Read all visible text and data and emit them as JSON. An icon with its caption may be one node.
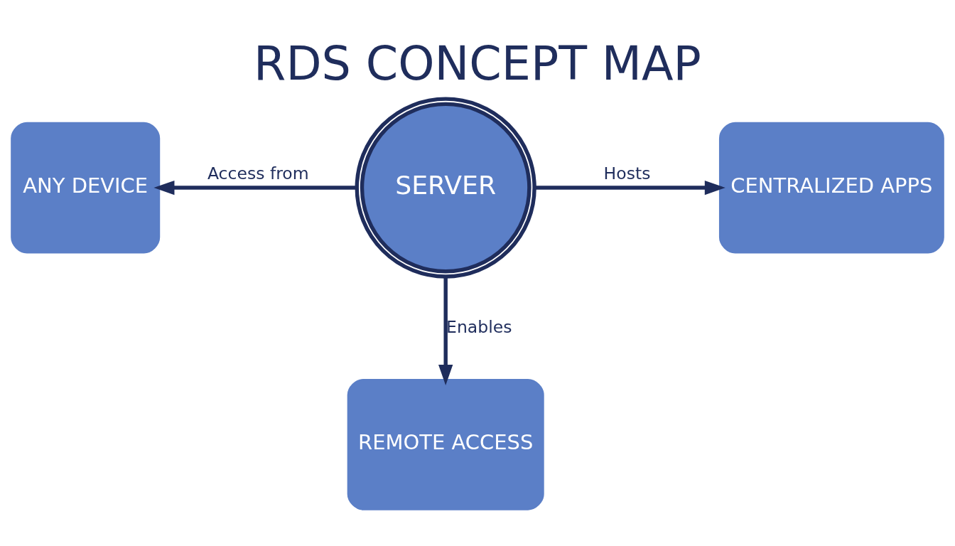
{
  "diagram": {
    "title": "RDS CONCEPT MAP",
    "nodes": [
      {
        "text": [
          "SERVER"
        ]
      },
      {
        "text": [
          "ANY DEVICE"
        ]
      },
      {
        "text": [
          "CENTRALIZED APPS"
        ]
      },
      {
        "text": [
          "REMOTE ACCESS"
        ]
      }
    ],
    "edges": [
      {
        "from": 0,
        "to": 1,
        "arrow": "to",
        "label": "Access from"
      },
      {
        "from": 0,
        "to": 2,
        "arrow": "to",
        "label": "Hosts"
      },
      {
        "from": 0,
        "to": 3,
        "arrow": "to",
        "label": "Enables"
      }
    ]
  }
}
